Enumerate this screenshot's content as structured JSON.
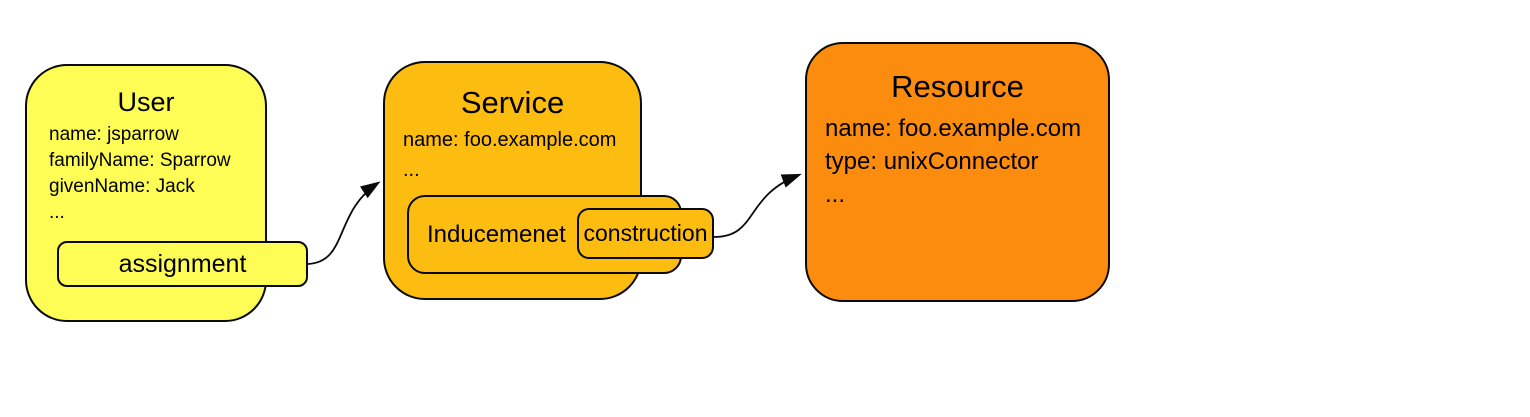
{
  "diagram": {
    "background": "#ffffff",
    "stroke_color": "#0a0a0a",
    "nodes": {
      "user": {
        "title": "User",
        "fill": "#fdfd55",
        "lines": [
          "name: jsparrow",
          "familyName: Sparrow",
          "givenName: Jack",
          "..."
        ]
      },
      "service": {
        "title": "Service",
        "fill": "#fcbd10",
        "lines": [
          "name: foo.example.com",
          "..."
        ]
      },
      "resource": {
        "title": "Resource",
        "fill": "#fb8c0d",
        "lines": [
          "name: foo.example.com",
          "type: unixConnector",
          "..."
        ]
      }
    },
    "labels": {
      "assignment": {
        "text": "assignment",
        "fill": "#fdfd55"
      },
      "inducemenet": {
        "text": "Inducemenet",
        "fill": "#fcbd10"
      },
      "construction": {
        "text": "construction",
        "fill": "#fcbd10"
      }
    },
    "connectors": [
      {
        "from": "assignment",
        "to": "service"
      },
      {
        "from": "construction",
        "to": "resource"
      }
    ]
  }
}
